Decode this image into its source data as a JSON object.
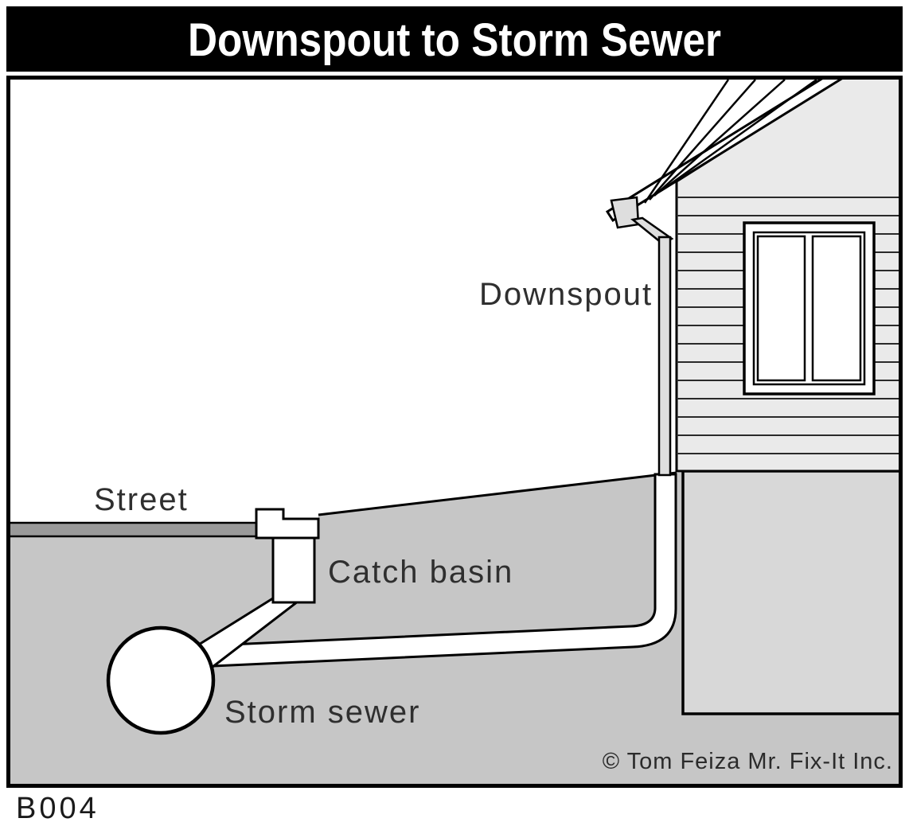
{
  "title": "Downspout to Storm Sewer",
  "figure_id": "B004",
  "copyright": "© Tom Feiza Mr. Fix-It Inc.",
  "labels": {
    "downspout": "Downspout",
    "street": "Street",
    "catch_basin": "Catch basin",
    "storm_sewer": "Storm sewer"
  },
  "colors": {
    "title_bg": "#000000",
    "title_fg": "#ffffff",
    "ground": "#c6c6c6",
    "street": "#9a9a9a",
    "siding": "#eaeaea",
    "foundation": "#d8d8d8",
    "downspout": "#dedede",
    "pipe_fill": "#ffffff",
    "outline": "#000000",
    "label_text": "#2f2f2f",
    "copyright_text": "#2b2b2b",
    "figure_id_text": "#1a1a1a"
  }
}
